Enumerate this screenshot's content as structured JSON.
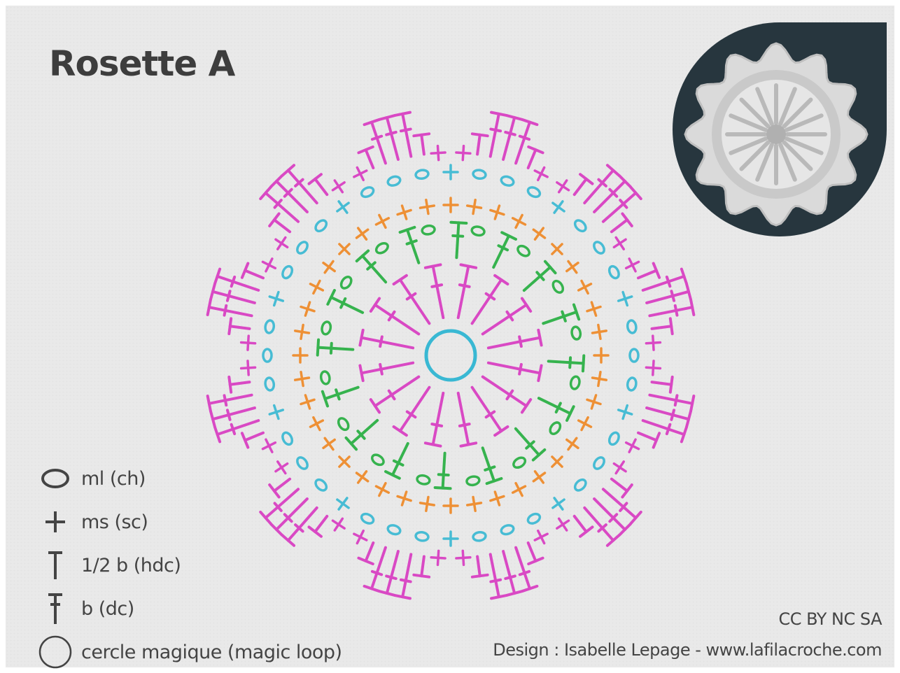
{
  "title": "Rosette A",
  "colors": {
    "round1": "#39b8d3",
    "round2": "#36b34e",
    "round3": "#ee9035",
    "round4": "#47bcd4",
    "round5": "#d949c4",
    "photo_bg": "#27363e",
    "text": "#444444"
  },
  "photo": {
    "subject": "white crocheted rosette doily"
  },
  "legend": [
    {
      "symbol": "chain-symbol",
      "label": "ml (ch)"
    },
    {
      "symbol": "single-crochet-symbol",
      "label": "ms (sc)"
    },
    {
      "symbol": "half-double-crochet-symbol",
      "label": "1/2 b (hdc)"
    },
    {
      "symbol": "double-crochet-symbol",
      "label": "b (dc)"
    },
    {
      "symbol": "magic-loop-symbol",
      "label": "cercle magique (magic loop)"
    }
  ],
  "license": "CC BY NC SA",
  "designer": "Design  : Isabelle Lepage - www.lafilacroche.com"
}
